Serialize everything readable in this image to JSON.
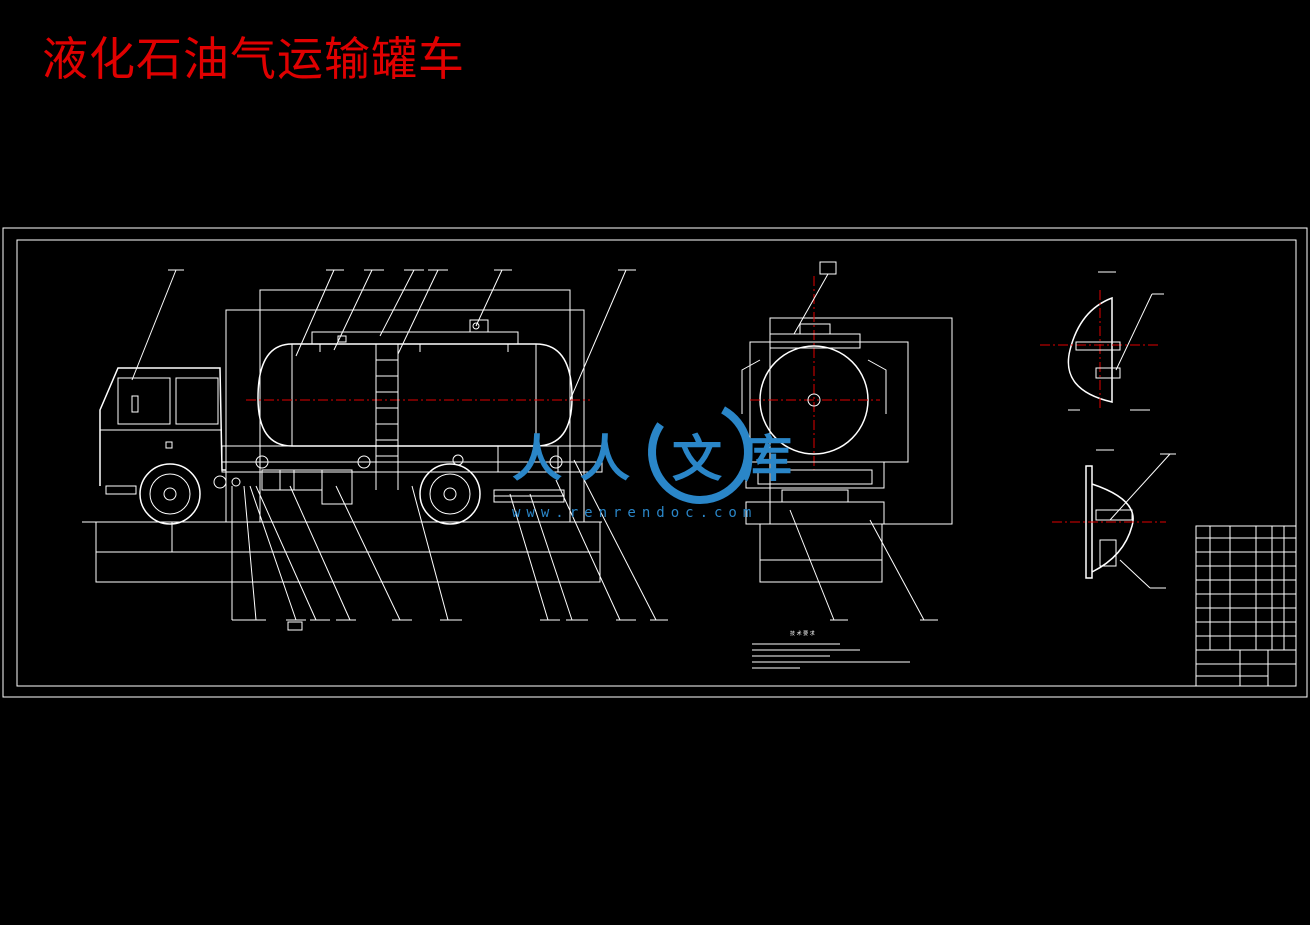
{
  "title": "液化石油气运输罐车",
  "watermark": {
    "chars": [
      "人",
      "人",
      "文",
      "库"
    ],
    "website": "www.renrendoc.com",
    "color": "#2a86c8"
  },
  "colors": {
    "background": "#000000",
    "title": "#e00000",
    "lines": "#ffffff",
    "centerlines": "#e00000"
  },
  "tech_notes_heading": "技 术 要 求"
}
